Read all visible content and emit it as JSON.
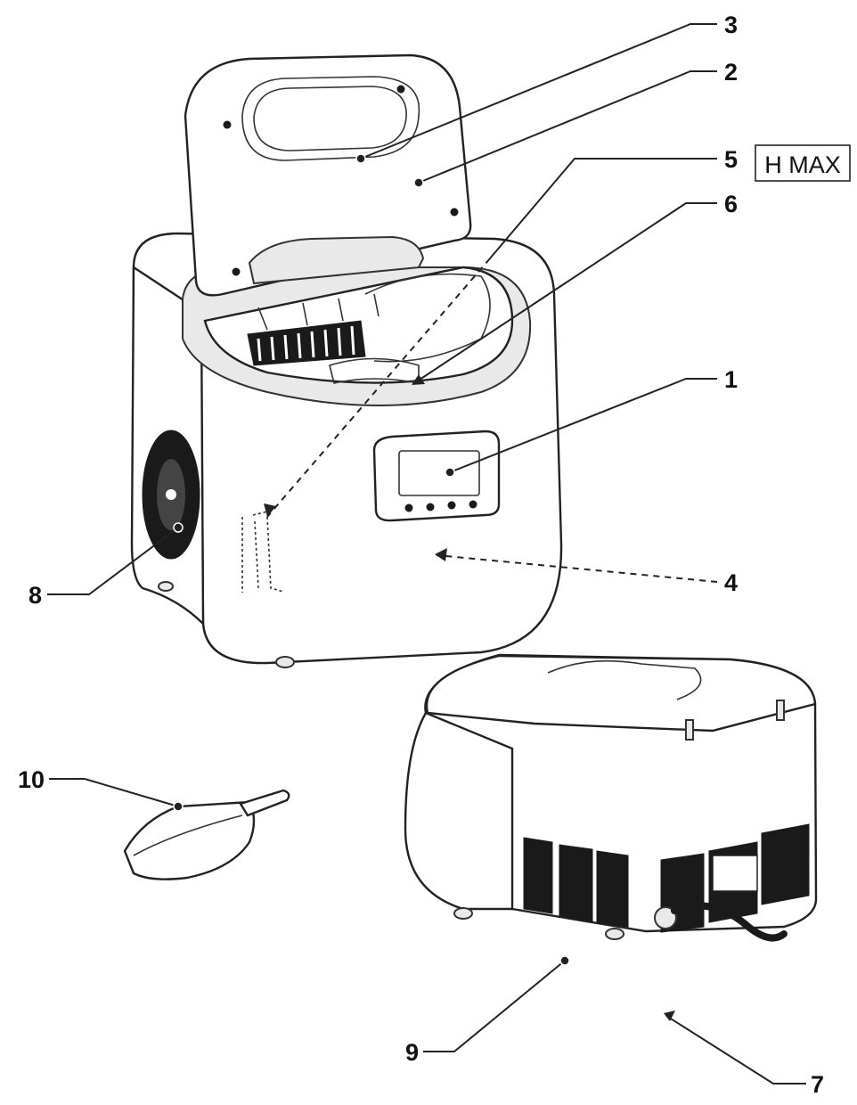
{
  "callouts": {
    "c1": "1",
    "c2": "2",
    "c3": "3",
    "c4": "4",
    "c5": "5",
    "c6": "6",
    "c7": "7",
    "c8": "8",
    "c9": "9",
    "c10": "10"
  },
  "max_level_badge": "H MAX"
}
